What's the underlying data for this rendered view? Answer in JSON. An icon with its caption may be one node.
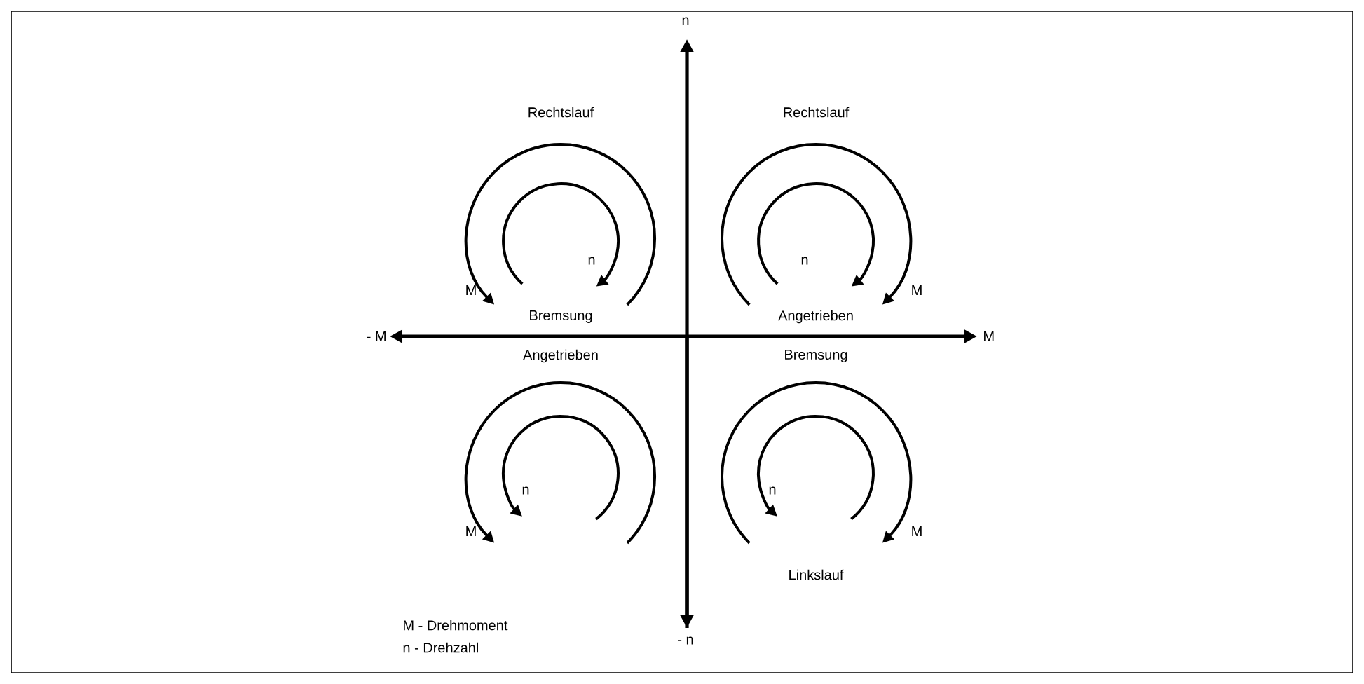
{
  "diagram": {
    "labels": [
      "n",
      "Rechtslauf",
      "Rechtslauf",
      "n",
      "n",
      "M",
      "M",
      "Bremsung",
      "Angetrieben",
      "- M",
      "M",
      "Angetrieben",
      "Bremsung",
      "n",
      "n",
      "M",
      "M",
      "Linkslauf",
      "M - Drehmoment",
      "n - Drehzahl",
      "- n"
    ]
  }
}
